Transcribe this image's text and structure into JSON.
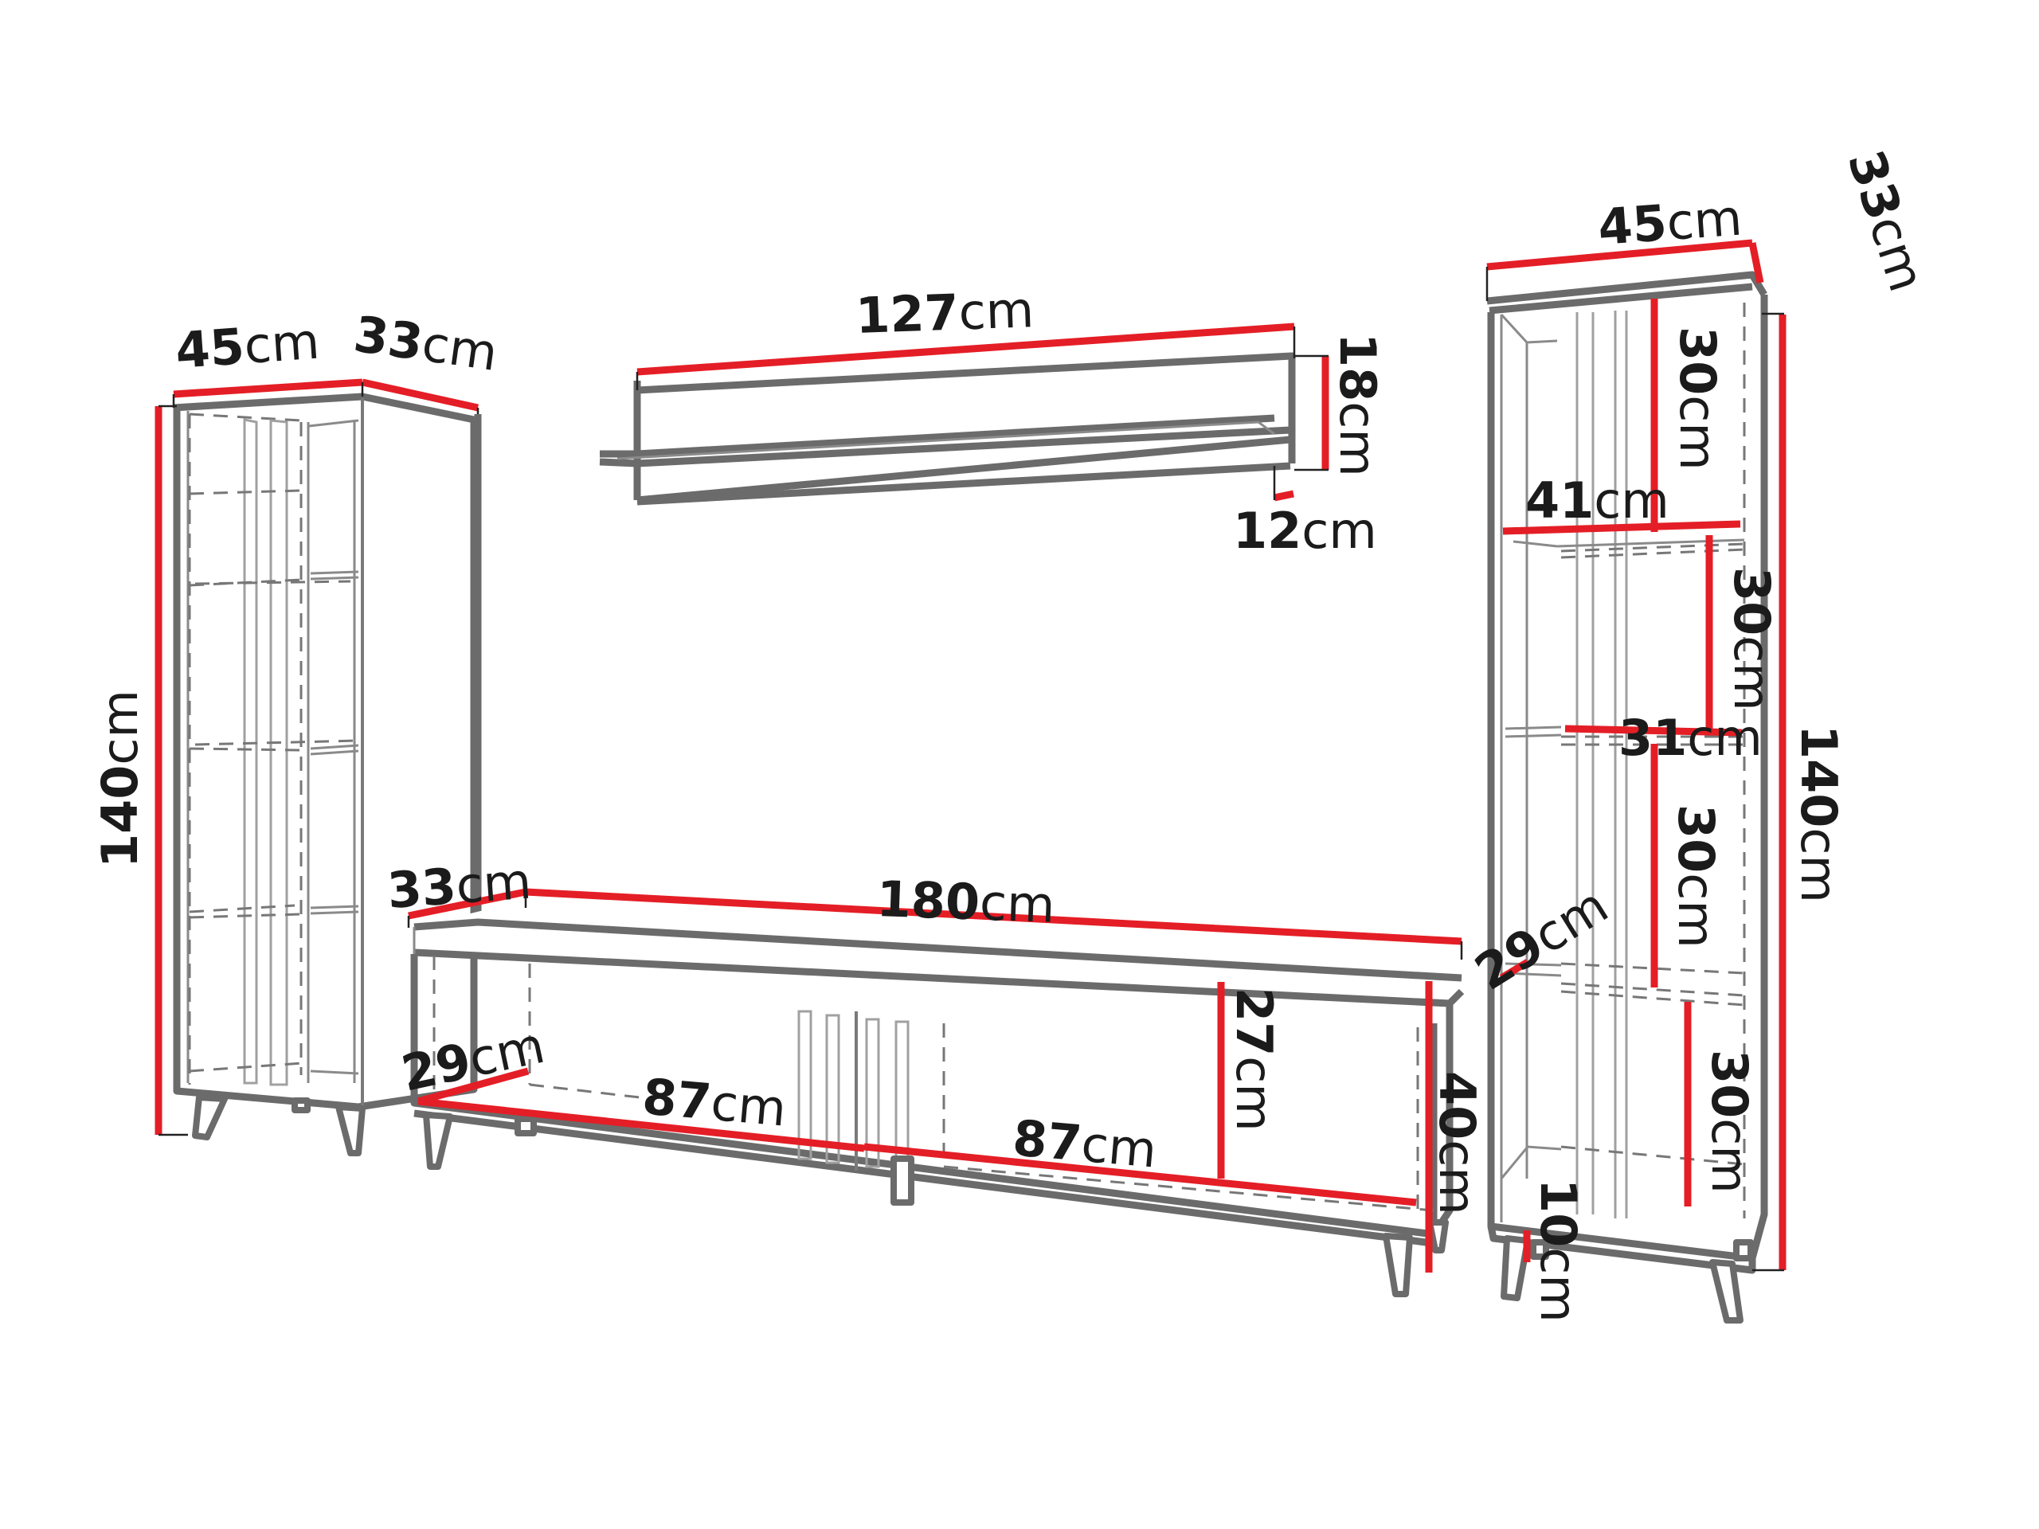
{
  "diagram": {
    "type": "furniture-dimension-drawing",
    "unit": "cm",
    "accent_color": "#e41e26",
    "outline_color": "#6b6b6b"
  },
  "left_cabinet": {
    "width": {
      "value": "45",
      "unit": "cm"
    },
    "depth": {
      "value": "33",
      "unit": "cm"
    },
    "height": {
      "value": "140",
      "unit": "cm"
    }
  },
  "wall_shelf": {
    "width": {
      "value": "127",
      "unit": "cm"
    },
    "height": {
      "value": "18",
      "unit": "cm"
    },
    "depth": {
      "value": "12",
      "unit": "cm"
    }
  },
  "tv_stand": {
    "depth": {
      "value": "33",
      "unit": "cm"
    },
    "width": {
      "value": "180",
      "unit": "cm"
    },
    "inner_depth": {
      "value": "29",
      "unit": "cm"
    },
    "compartment_left_width": {
      "value": "87",
      "unit": "cm"
    },
    "compartment_right_width": {
      "value": "87",
      "unit": "cm"
    },
    "inner_height": {
      "value": "27",
      "unit": "cm"
    },
    "total_height": {
      "value": "40",
      "unit": "cm"
    }
  },
  "right_cabinet": {
    "width": {
      "value": "45",
      "unit": "cm"
    },
    "depth": {
      "value": "33",
      "unit": "cm"
    },
    "height": {
      "value": "140",
      "unit": "cm"
    },
    "shelf_top_height": {
      "value": "30",
      "unit": "cm"
    },
    "shelf_top_width": {
      "value": "41",
      "unit": "cm"
    },
    "shelf_second_height": {
      "value": "30",
      "unit": "cm"
    },
    "shelf_second_width": {
      "value": "31",
      "unit": "cm"
    },
    "shelf_third_height": {
      "value": "30",
      "unit": "cm"
    },
    "shelf_depth": {
      "value": "29",
      "unit": "cm"
    },
    "shelf_bottom_height": {
      "value": "30",
      "unit": "cm"
    },
    "leg_height": {
      "value": "10",
      "unit": "cm"
    }
  }
}
